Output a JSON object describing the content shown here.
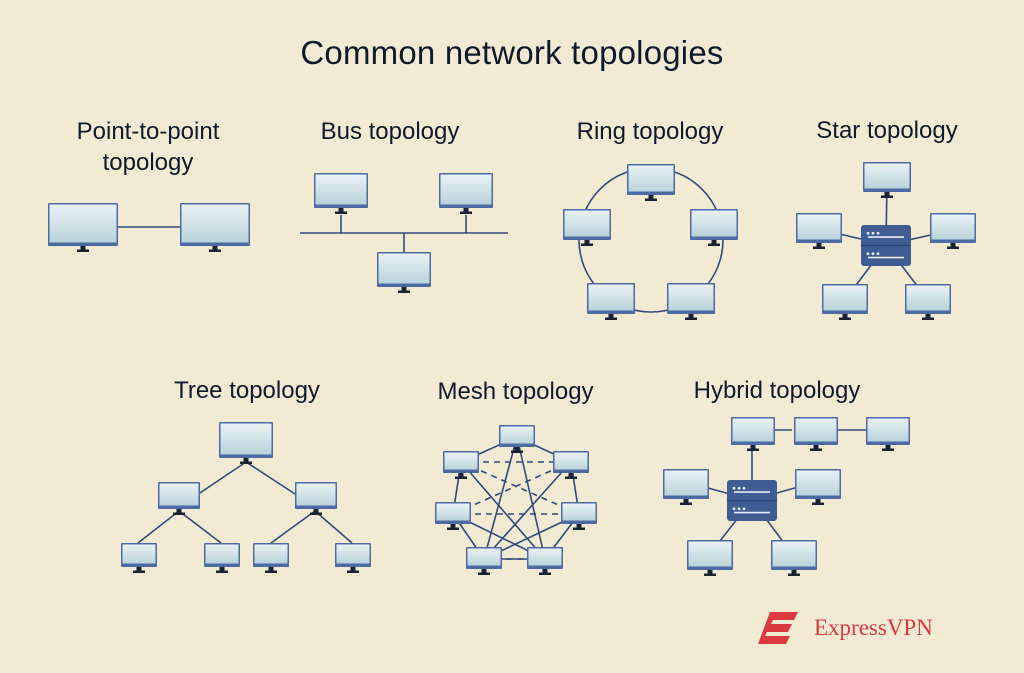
{
  "title": "Common network topologies",
  "topologies": [
    {
      "id": "point-to-point",
      "lines": [
        "Point-to-point",
        "topology"
      ]
    },
    {
      "id": "bus",
      "lines": [
        "Bus topology"
      ]
    },
    {
      "id": "ring",
      "lines": [
        "Ring topology"
      ]
    },
    {
      "id": "star",
      "lines": [
        "Star topology"
      ]
    },
    {
      "id": "tree",
      "lines": [
        "Tree topology"
      ]
    },
    {
      "id": "mesh",
      "lines": [
        "Mesh topology"
      ]
    },
    {
      "id": "hybrid",
      "lines": [
        "Hybrid topology"
      ]
    }
  ],
  "brand": {
    "name": "ExpressVPN",
    "logo_icon": "expressvpn-logo-icon"
  },
  "colors": {
    "background": "#f3ead3",
    "line": "#2f4a7c",
    "monitor_frame": "#4c6aa3",
    "screen_top": "#eaf2f4",
    "screen_bottom": "#b9d3da",
    "stand": "#1a2333",
    "server": "#3f5d93",
    "brand": "#da3940"
  }
}
